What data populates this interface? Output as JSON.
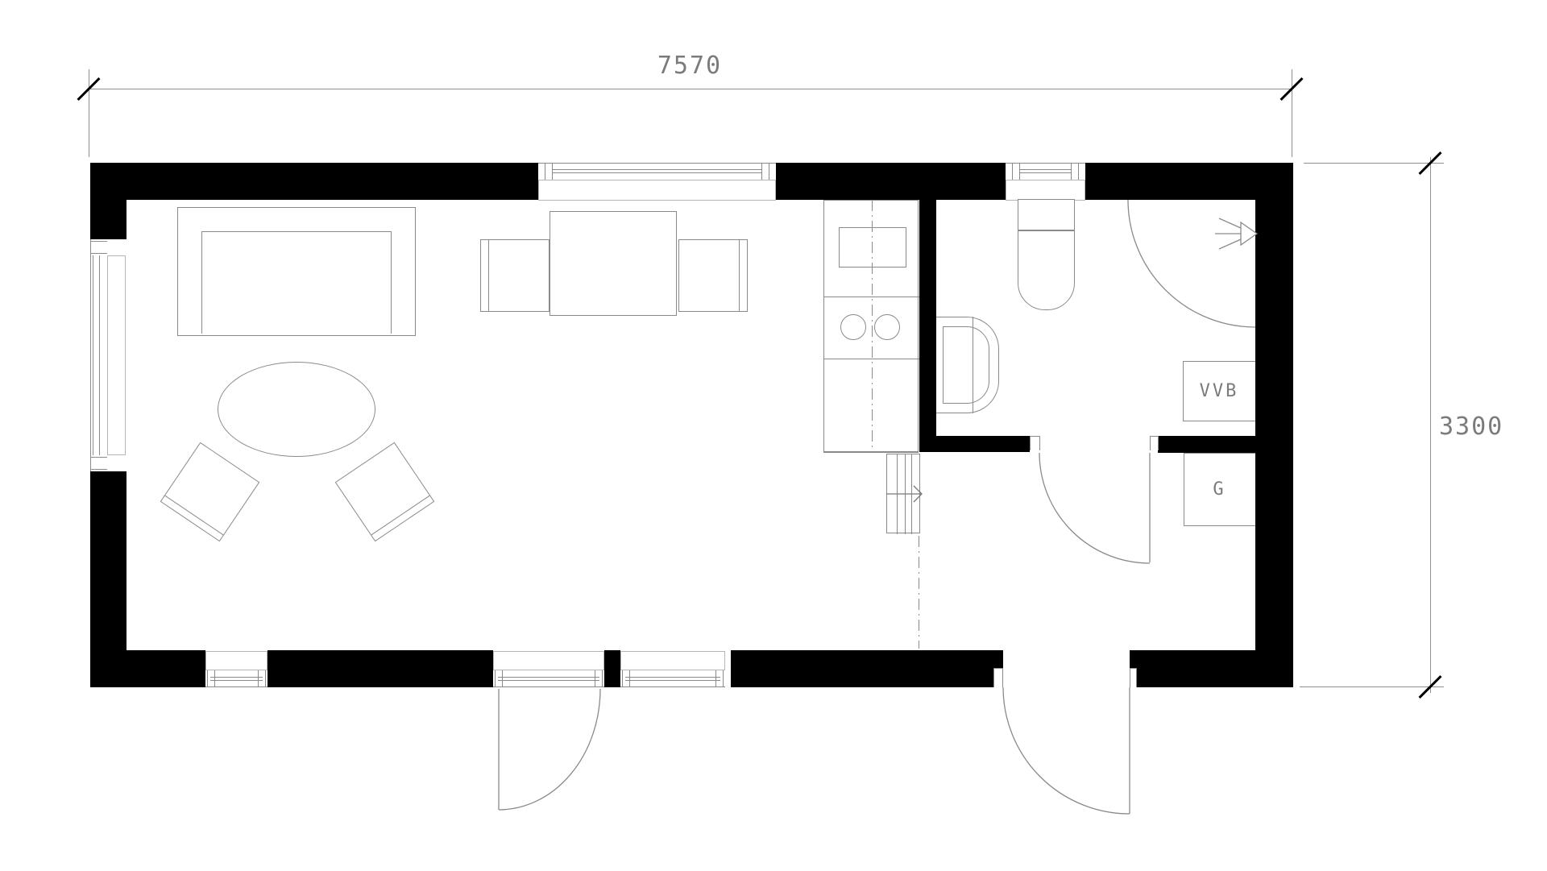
{
  "drawing": {
    "type": "architectural floor plan",
    "dimensions": {
      "width_mm": "7570",
      "height_mm": "3300"
    },
    "labels": {
      "water_heater": "VVB",
      "cabinet": "G"
    },
    "colors": {
      "wall": "#000000",
      "line": "#8a8a8a",
      "text": "#7b7b7b"
    },
    "icons": [
      "shower-head-icon",
      "stair-direction-arrow-icon",
      "dimension-tick-icon"
    ]
  }
}
